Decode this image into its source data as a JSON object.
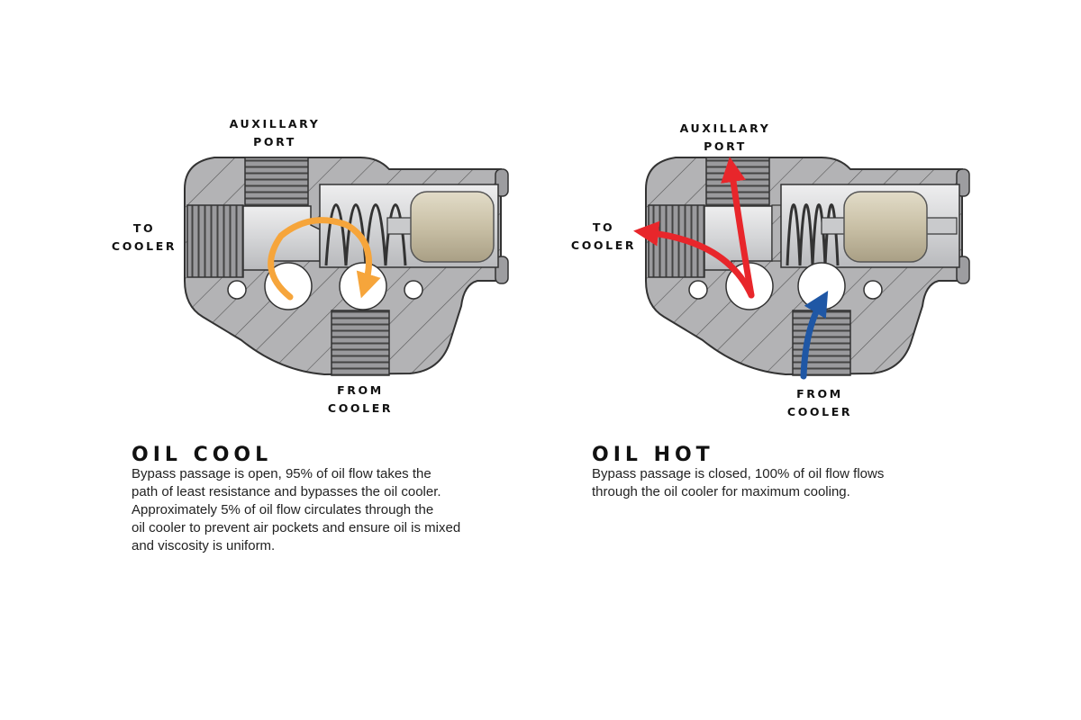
{
  "cool": {
    "labels": {
      "aux_line1": "AUXILLARY",
      "aux_line2": "PORT",
      "to_line1": "TO",
      "to_line2": "COOLER",
      "from_line1": "FROM",
      "from_line2": "COOLER"
    },
    "title": "OIL COOL",
    "text_lines": [
      "Bypass passage is open, 95% of oil flow takes the",
      "path of least resistance and bypasses the oil cooler.",
      "Approximately 5% of oil flow circulates through the",
      "oil cooler to prevent air pockets and ensure oil is mixed",
      "and viscosity is uniform."
    ],
    "arrow_color": "#f6a53b"
  },
  "hot": {
    "labels": {
      "aux_line1": "AUXILLARY",
      "aux_line2": "PORT",
      "to_line1": "TO",
      "to_line2": "COOLER",
      "from_line1": "FROM",
      "from_line2": "COOLER"
    },
    "title": "OIL HOT",
    "text_lines": [
      "Bypass passage is closed, 100% of oil flow flows",
      "through the oil cooler for maximum cooling."
    ],
    "arrow_color_out": "#e8262b",
    "arrow_color_in": "#1f57a5"
  },
  "colors": {
    "body_fill": "#b3b3b5",
    "cavity_fill": "#d9dadb",
    "thread_fill": "#8c8c8f",
    "piston_fill": "#cfc7b0",
    "outline": "#3a3a3a"
  }
}
